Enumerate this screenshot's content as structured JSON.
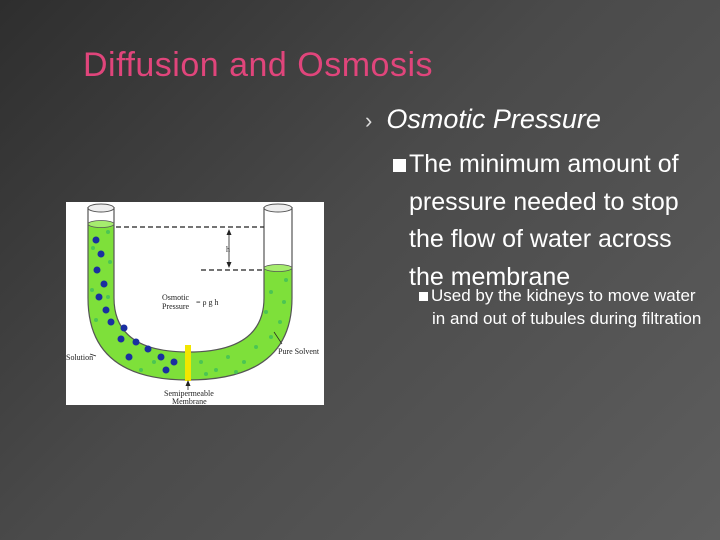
{
  "slide": {
    "title": "Diffusion and Osmosis",
    "bullet_level1": "Osmotic Pressure",
    "bullet_level2": "The minimum amount of pressure needed to stop the flow of water across the membrane",
    "bullet_level3": "Used by the kidneys to move water in and out of tubules during filtration"
  },
  "diagram": {
    "label_h": "h",
    "label_osmotic": "Osmotic",
    "label_pressure": "Pressure",
    "label_formula": "= ρ g h",
    "label_solution": "Solution",
    "label_pure_solvent": "Pure Solvent",
    "label_semipermeable": "Semipermeable",
    "label_membrane": "Membrane"
  },
  "colors": {
    "title": "#e0457b",
    "liquid": "#7ee03a",
    "solute_dot": "#1a2fa0",
    "membrane": "#f2e600"
  }
}
